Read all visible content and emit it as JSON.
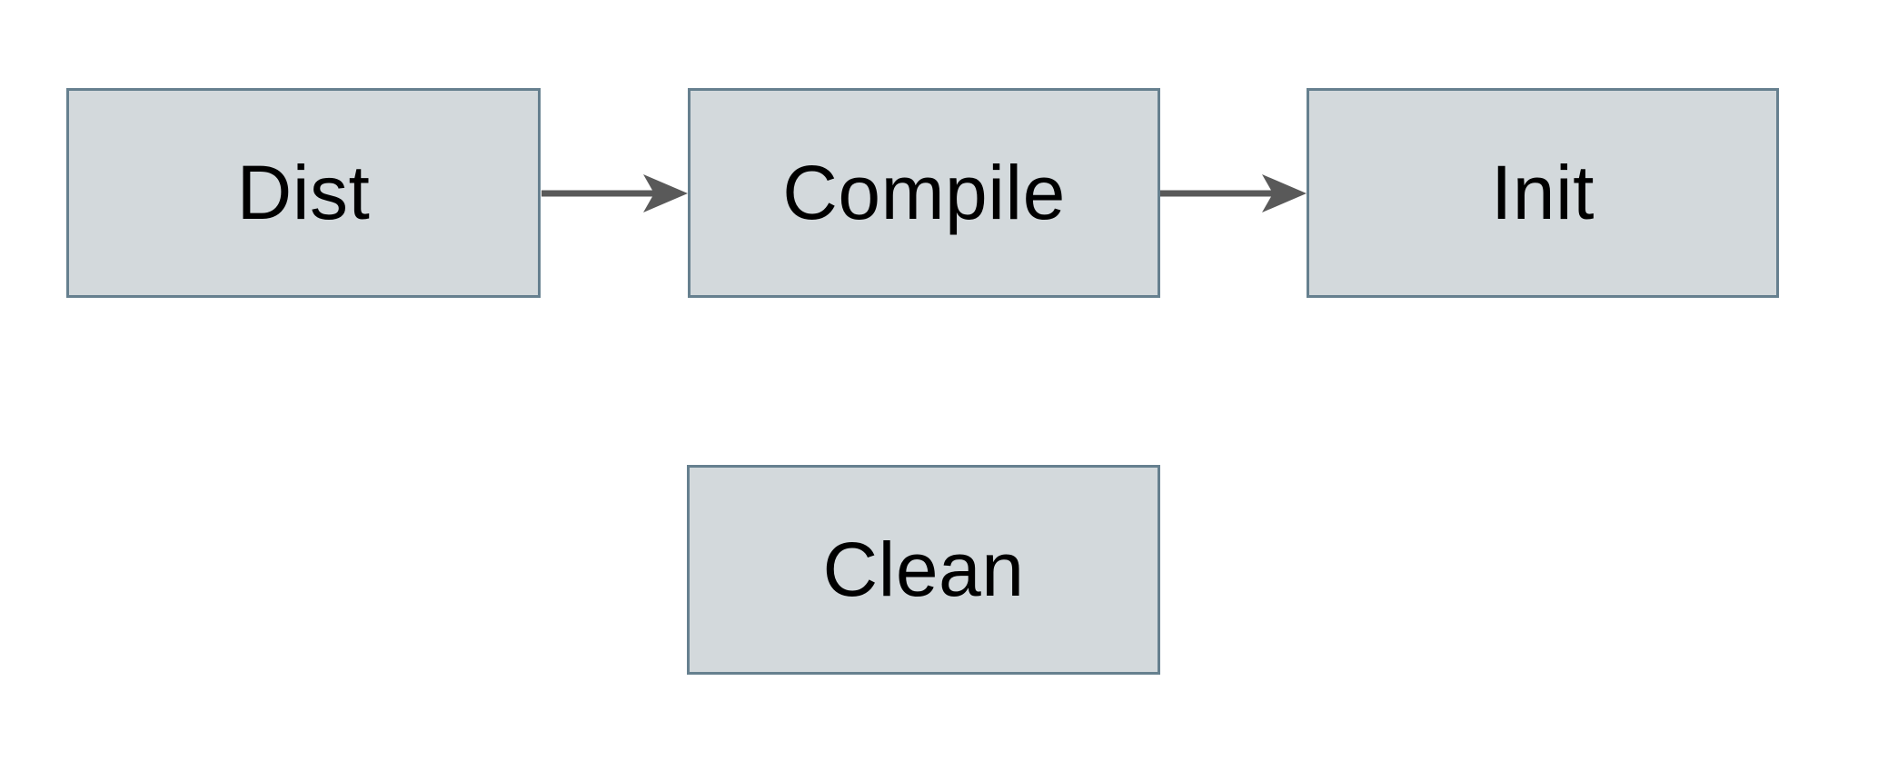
{
  "diagram": {
    "type": "flowchart",
    "background_color": "#ffffff",
    "node_fill_color": "#d3d9dc",
    "node_border_color": "#66808f",
    "arrow_color": "#595959",
    "text_color": "#000000",
    "nodes": [
      {
        "id": "dist",
        "label": "Dist"
      },
      {
        "id": "compile",
        "label": "Compile"
      },
      {
        "id": "init",
        "label": "Init"
      },
      {
        "id": "clean",
        "label": "Clean"
      }
    ],
    "edges": [
      {
        "from": "Dist",
        "to": "Compile"
      },
      {
        "from": "Compile",
        "to": "Init"
      }
    ]
  }
}
